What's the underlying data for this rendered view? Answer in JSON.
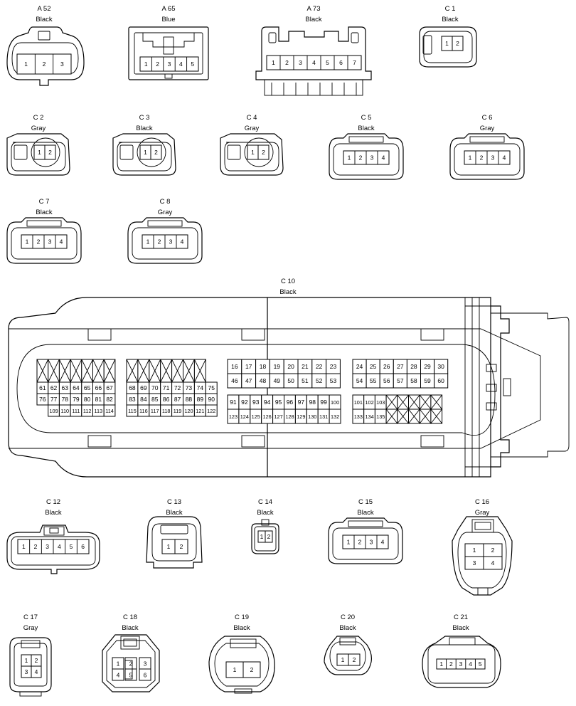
{
  "connectors": [
    {
      "id": "A 52",
      "color": "Black",
      "pins": [
        "1",
        "2",
        "3"
      ]
    },
    {
      "id": "A 65",
      "color": "Blue",
      "pins": [
        "1",
        "2",
        "3",
        "4",
        "5"
      ]
    },
    {
      "id": "A 73",
      "color": "Black",
      "pins": [
        "1",
        "2",
        "3",
        "4",
        "5",
        "6",
        "7"
      ]
    },
    {
      "id": "C 1",
      "color": "Black",
      "pins": [
        "1",
        "2"
      ]
    },
    {
      "id": "C 2",
      "color": "Gray",
      "pins": [
        "1",
        "2"
      ]
    },
    {
      "id": "C 3",
      "color": "Black",
      "pins": [
        "1",
        "2"
      ]
    },
    {
      "id": "C 4",
      "color": "Gray",
      "pins": [
        "1",
        "2"
      ]
    },
    {
      "id": "C 5",
      "color": "Black",
      "pins": [
        "1",
        "2",
        "3",
        "4"
      ]
    },
    {
      "id": "C 6",
      "color": "Gray",
      "pins": [
        "1",
        "2",
        "3",
        "4"
      ]
    },
    {
      "id": "C 7",
      "color": "Black",
      "pins": [
        "1",
        "2",
        "3",
        "4"
      ]
    },
    {
      "id": "C 8",
      "color": "Gray",
      "pins": [
        "1",
        "2",
        "3",
        "4"
      ]
    },
    {
      "id": "C 10",
      "color": "Black",
      "blocks": [
        {
          "rows": [
            [
              "x",
              "x",
              "x",
              "x",
              "x",
              "x",
              "x"
            ],
            [
              "61",
              "62",
              "63",
              "64",
              "65",
              "66",
              "67"
            ],
            [
              "76",
              "77",
              "78",
              "79",
              "80",
              "81",
              "82"
            ],
            [
              "109",
              "110",
              "111",
              "112",
              "113",
              "114"
            ]
          ]
        },
        {
          "rows": [
            [
              "x",
              "x",
              "x",
              "x",
              "x",
              "x",
              "x"
            ],
            [
              "68",
              "69",
              "70",
              "71",
              "72",
              "73",
              "74",
              "75"
            ],
            [
              "83",
              "84",
              "85",
              "86",
              "87",
              "88",
              "89",
              "90"
            ],
            [
              "115",
              "116",
              "117",
              "118",
              "119",
              "120",
              "121",
              "122"
            ]
          ]
        },
        {
          "rows": [
            [
              "16",
              "17",
              "18",
              "19",
              "20",
              "21",
              "22",
              "23"
            ],
            [
              "46",
              "47",
              "48",
              "49",
              "50",
              "51",
              "52",
              "53"
            ],
            [
              "91",
              "92",
              "93",
              "94",
              "95",
              "96",
              "97",
              "98",
              "99",
              "100"
            ],
            [
              "123",
              "124",
              "125",
              "126",
              "127",
              "128",
              "129",
              "130",
              "131",
              "132"
            ]
          ]
        },
        {
          "rows": [
            [
              "24",
              "25",
              "26",
              "27",
              "28",
              "29",
              "30"
            ],
            [
              "54",
              "55",
              "56",
              "57",
              "58",
              "59",
              "60"
            ],
            [
              "101",
              "102",
              "103",
              "x",
              "x",
              "x",
              "x",
              "x"
            ],
            [
              "133",
              "134",
              "135",
              "x",
              "x",
              "x",
              "x",
              "x"
            ]
          ]
        }
      ]
    },
    {
      "id": "C 12",
      "color": "Black",
      "pins": [
        "1",
        "2",
        "3",
        "4",
        "5",
        "6"
      ]
    },
    {
      "id": "C 13",
      "color": "Black",
      "pins": [
        "1",
        "2"
      ]
    },
    {
      "id": "C 14",
      "color": "Black",
      "pins": [
        "1",
        "2"
      ]
    },
    {
      "id": "C 15",
      "color": "Black",
      "pins": [
        "1",
        "2",
        "3",
        "4"
      ]
    },
    {
      "id": "C 16",
      "color": "Gray",
      "pins": [
        "1",
        "2",
        "3",
        "4"
      ]
    },
    {
      "id": "C 17",
      "color": "Gray",
      "pins": [
        "1",
        "2",
        "3",
        "4"
      ]
    },
    {
      "id": "C 18",
      "color": "Black",
      "pins": [
        "1",
        "2",
        "3",
        "4",
        "5",
        "6"
      ]
    },
    {
      "id": "C 19",
      "color": "Black",
      "pins": [
        "1",
        "2"
      ]
    },
    {
      "id": "C 20",
      "color": "Black",
      "pins": [
        "1",
        "2"
      ]
    },
    {
      "id": "C 21",
      "color": "Black",
      "pins": [
        "1",
        "2",
        "3",
        "4",
        "5"
      ]
    }
  ]
}
